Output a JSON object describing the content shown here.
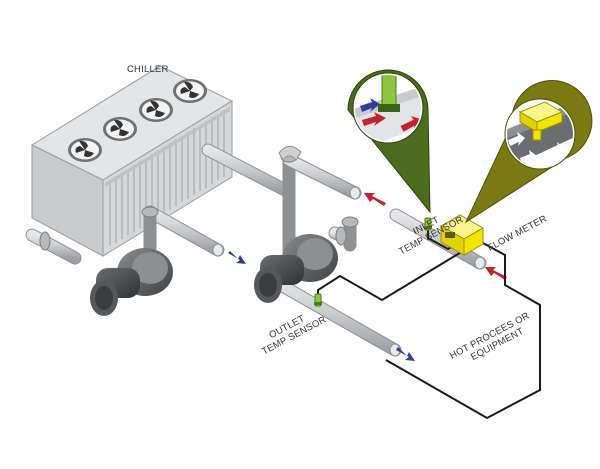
{
  "labels": {
    "chiller": "CHILLER",
    "inlet_line1": "INLET",
    "inlet_line2": "TEMP SENSOR",
    "flow_meter": "FLOW METER",
    "outlet_line1": "OUTLET",
    "outlet_line2": "TEMP SENSOR",
    "hot_line1": "HOT PROCEES OR",
    "hot_line2": "EQUIPMENT"
  },
  "colors": {
    "chiller_body": "#d7d8da",
    "pipe": "#c9cbcd",
    "pump": "#5a5c5e",
    "flow_red": "#c0242c",
    "flow_blue": "#2b3f9a",
    "sensor_green": "#8cc63f",
    "callout_inlet_green": "#4d6b1c",
    "callout_flow_olive": "#7a7a14",
    "flow_meter_yellow": "#f2e500",
    "wire": "#1a1a1a"
  },
  "icons": [
    "fan-icon",
    "pump-icon",
    "flow-arrow-icon",
    "sensor-icon",
    "flow-meter-icon"
  ]
}
